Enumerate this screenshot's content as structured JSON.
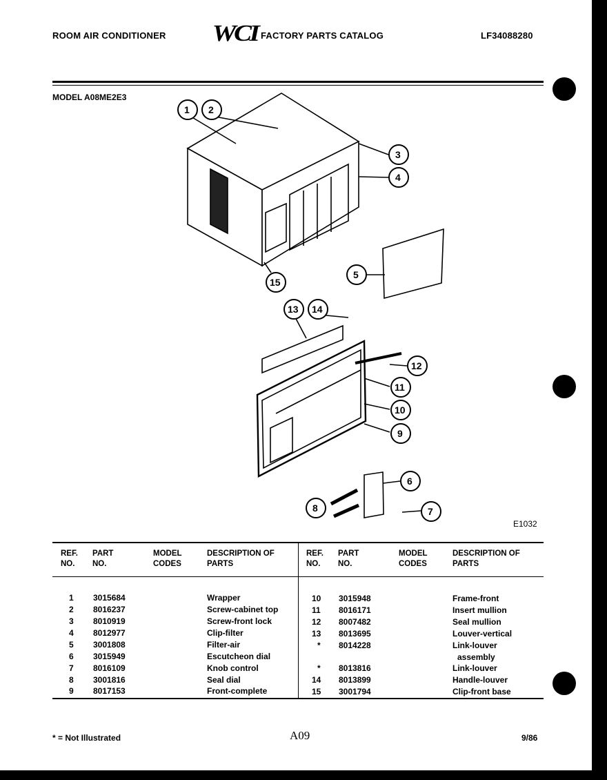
{
  "header": {
    "left_title": "ROOM AIR CONDITIONER",
    "logo": "WCI",
    "center_title": "FACTORY PARTS CATALOG",
    "catalog_no": "LF34088280"
  },
  "model_label": "MODEL A08ME2E3",
  "figure_code": "E1032",
  "callouts": [
    "1",
    "2",
    "3",
    "4",
    "5",
    "6",
    "7",
    "8",
    "9",
    "10",
    "11",
    "12",
    "13",
    "14",
    "15"
  ],
  "table": {
    "headers": {
      "ref": "REF. NO.",
      "part": "PART NO.",
      "model": "MODEL CODES",
      "desc": "DESCRIPTION OF PARTS"
    },
    "left_rows": [
      {
        "ref": "1",
        "part": "3015684",
        "desc": "Wrapper"
      },
      {
        "ref": "2",
        "part": "8016237",
        "desc": "Screw-cabinet top"
      },
      {
        "ref": "3",
        "part": "8010919",
        "desc": "Screw-front lock"
      },
      {
        "ref": "4",
        "part": "8012977",
        "desc": "Clip-filter"
      },
      {
        "ref": "5",
        "part": "3001808",
        "desc": "Filter-air"
      },
      {
        "ref": "6",
        "part": "3015949",
        "desc": "Escutcheon dial"
      },
      {
        "ref": "7",
        "part": "8016109",
        "desc": "Knob control"
      },
      {
        "ref": "8",
        "part": "3001816",
        "desc": "Seal dial"
      },
      {
        "ref": "9",
        "part": "8017153",
        "desc": "Front-complete"
      }
    ],
    "right_rows": [
      {
        "ref": "10",
        "part": "3015948",
        "desc": "Frame-front"
      },
      {
        "ref": "11",
        "part": "8016171",
        "desc": "Insert mullion"
      },
      {
        "ref": "12",
        "part": "8007482",
        "desc": "Seal mullion"
      },
      {
        "ref": "13",
        "part": "8013695",
        "desc": "Louver-vertical"
      },
      {
        "ref": "*",
        "part": "8014228",
        "desc": "Link-louver"
      },
      {
        "ref": "",
        "part": "",
        "desc": "assembly"
      },
      {
        "ref": "*",
        "part": "8013816",
        "desc": "Link-louver"
      },
      {
        "ref": "14",
        "part": "8013899",
        "desc": "Handle-louver"
      },
      {
        "ref": "15",
        "part": "3001794",
        "desc": "Clip-front base"
      }
    ]
  },
  "footer": {
    "note": "* = Not Illustrated",
    "page": "A09",
    "date": "9/86"
  }
}
